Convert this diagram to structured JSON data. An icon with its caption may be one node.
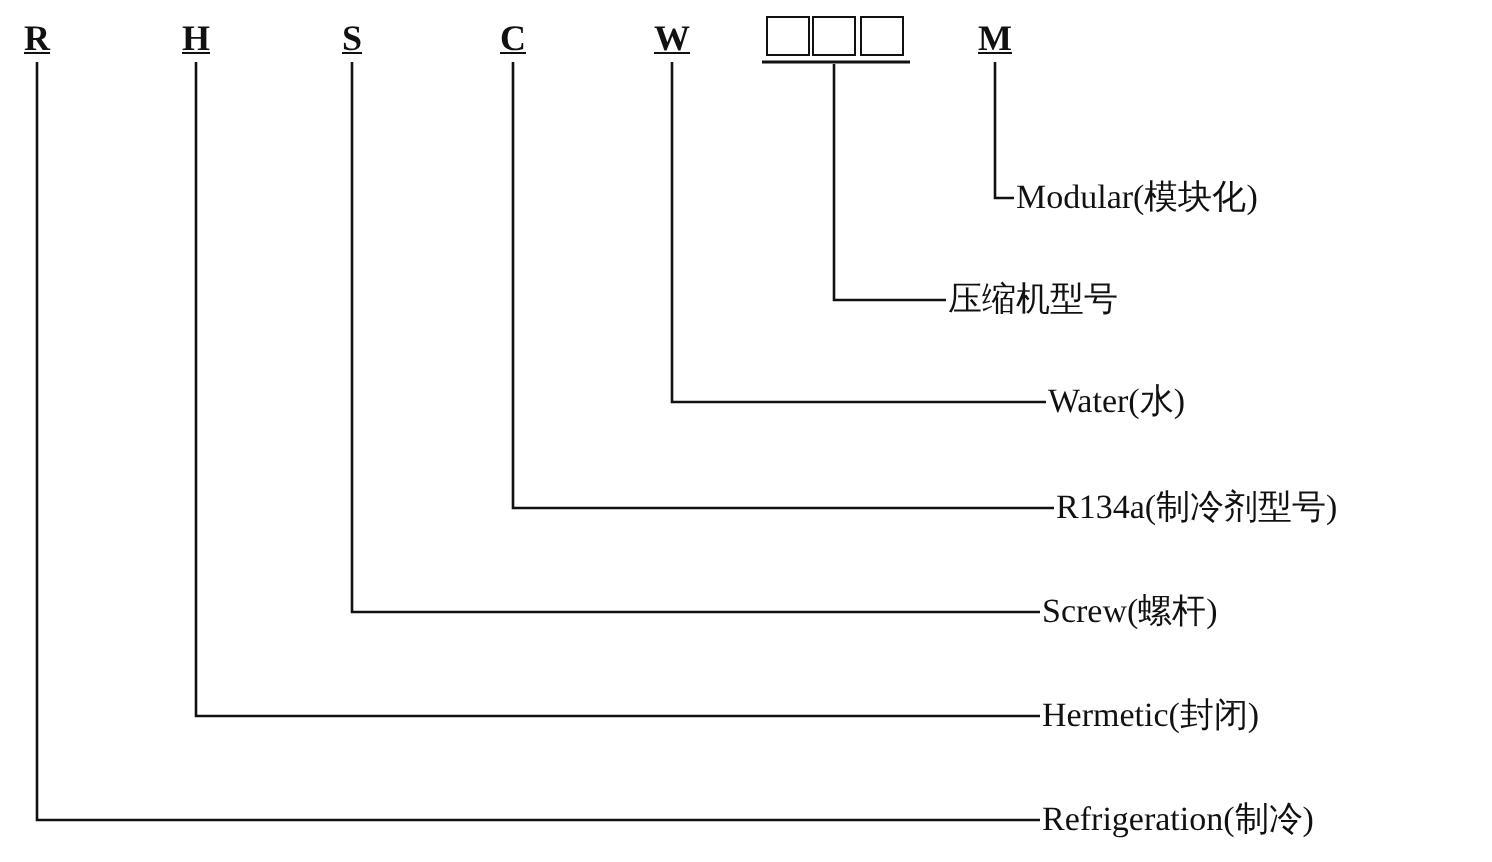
{
  "diagram": {
    "nodes": [
      {
        "text": [
          "R"
        ]
      },
      {
        "text": [
          "H"
        ]
      },
      {
        "text": [
          "S"
        ]
      },
      {
        "text": [
          "C"
        ]
      },
      {
        "text": [
          "W"
        ]
      },
      {
        "text": [],
        "shape": "box"
      },
      {
        "text": [],
        "shape": "box"
      },
      {
        "text": [],
        "shape": "box"
      },
      {
        "text": [
          "M"
        ]
      },
      {
        "text": [
          "Modular(模块化)"
        ]
      },
      {
        "text": [
          "压缩机型号"
        ]
      },
      {
        "text": [
          "Water(水)"
        ]
      },
      {
        "text": [
          "R134a(制冷剂型号)"
        ]
      },
      {
        "text": [
          "Screw(螺杆)"
        ]
      },
      {
        "text": [
          "Hermetic(封闭)"
        ]
      },
      {
        "text": [
          "Refrigeration(制冷)"
        ]
      }
    ],
    "edges": [
      {
        "from": 8,
        "to": 9,
        "arrow": "none"
      },
      {
        "from": 6,
        "to": 10,
        "arrow": "none"
      },
      {
        "from": 4,
        "to": 11,
        "arrow": "none"
      },
      {
        "from": 3,
        "to": 12,
        "arrow": "none"
      },
      {
        "from": 2,
        "to": 13,
        "arrow": "none"
      },
      {
        "from": 1,
        "to": 14,
        "arrow": "none"
      },
      {
        "from": 0,
        "to": 15,
        "arrow": "none"
      }
    ]
  }
}
